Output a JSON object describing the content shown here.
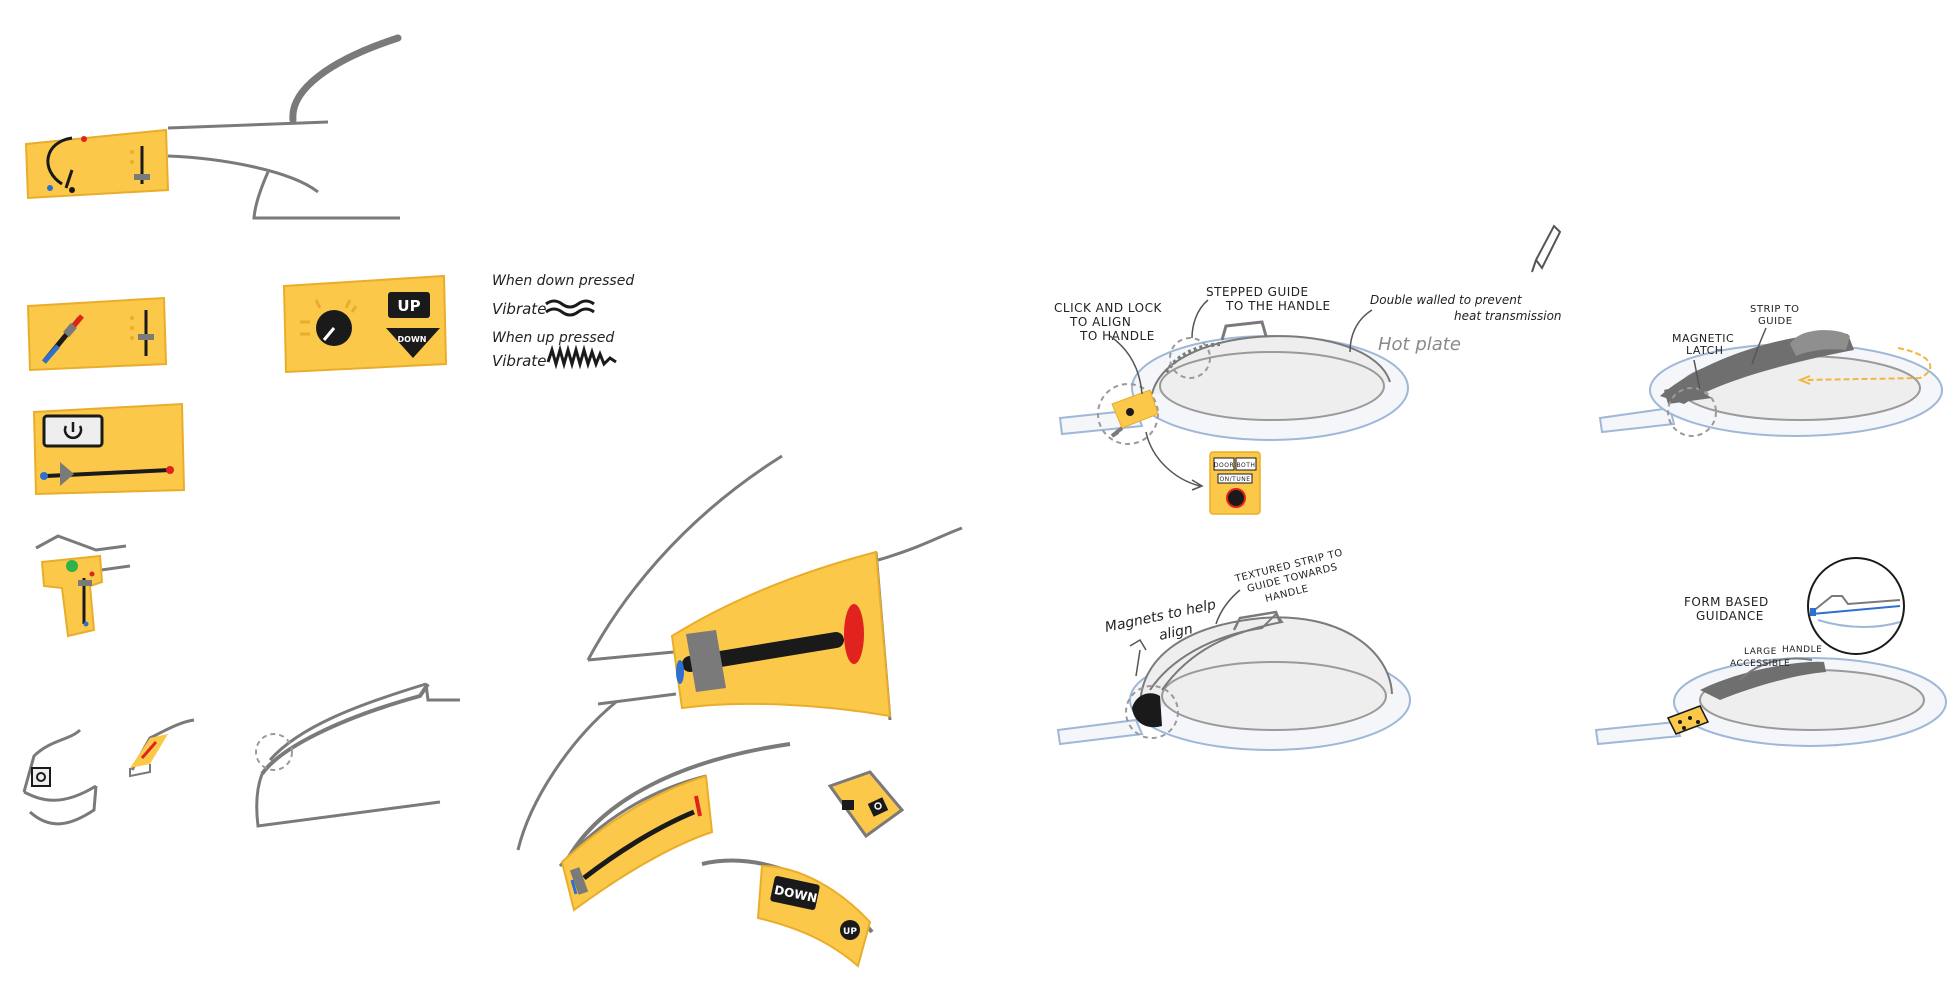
{
  "colors": {
    "panel": "#fbc849",
    "panel_dark": "#e9ad2a",
    "outline": "#7a7a7a",
    "ink": "#1a1a1a",
    "red": "#e0231e",
    "blue": "#2f6fd0",
    "green": "#2fb24a",
    "plate_blue": "#9fb8d8",
    "grey_strip": "#6f6f6f"
  },
  "controls": {
    "up_label": "UP",
    "down_label": "DOWN"
  },
  "vibration_note": {
    "line1": "When down pressed",
    "line2": "Vibrate",
    "line3": "When up pressed",
    "line4": "Vibrate"
  },
  "concept1": {
    "click_lock_1": "CLICK AND LOCK",
    "click_lock_2": "TO ALIGN",
    "click_lock_3": "TO HANDLE",
    "stepped_1": "STEPPED GUIDE",
    "stepped_2": "TO THE HANDLE",
    "double_1": "Double walled to prevent",
    "double_2": "heat transmission",
    "hot_plate": "Hot plate",
    "mini_panel_a": "DOOR",
    "mini_panel_b": "BOTH",
    "mini_panel_c": "ON/TUNE"
  },
  "concept2": {
    "magnetic_1": "MAGNETIC",
    "magnetic_2": "LATCH",
    "strip_1": "STRIP TO",
    "strip_2": "GUIDE"
  },
  "concept3": {
    "magnets_1": "Magnets to help",
    "magnets_2": "align",
    "textured_1": "TEXTURED STRIP TO",
    "textured_2": "GUIDE TOWARDS",
    "textured_3": "HANDLE"
  },
  "concept4": {
    "form_1": "FORM BASED",
    "form_2": "GUIDANCE",
    "large_1": "LARGE",
    "large_2": "ACCESSIBLE",
    "handle": "HANDLE"
  }
}
